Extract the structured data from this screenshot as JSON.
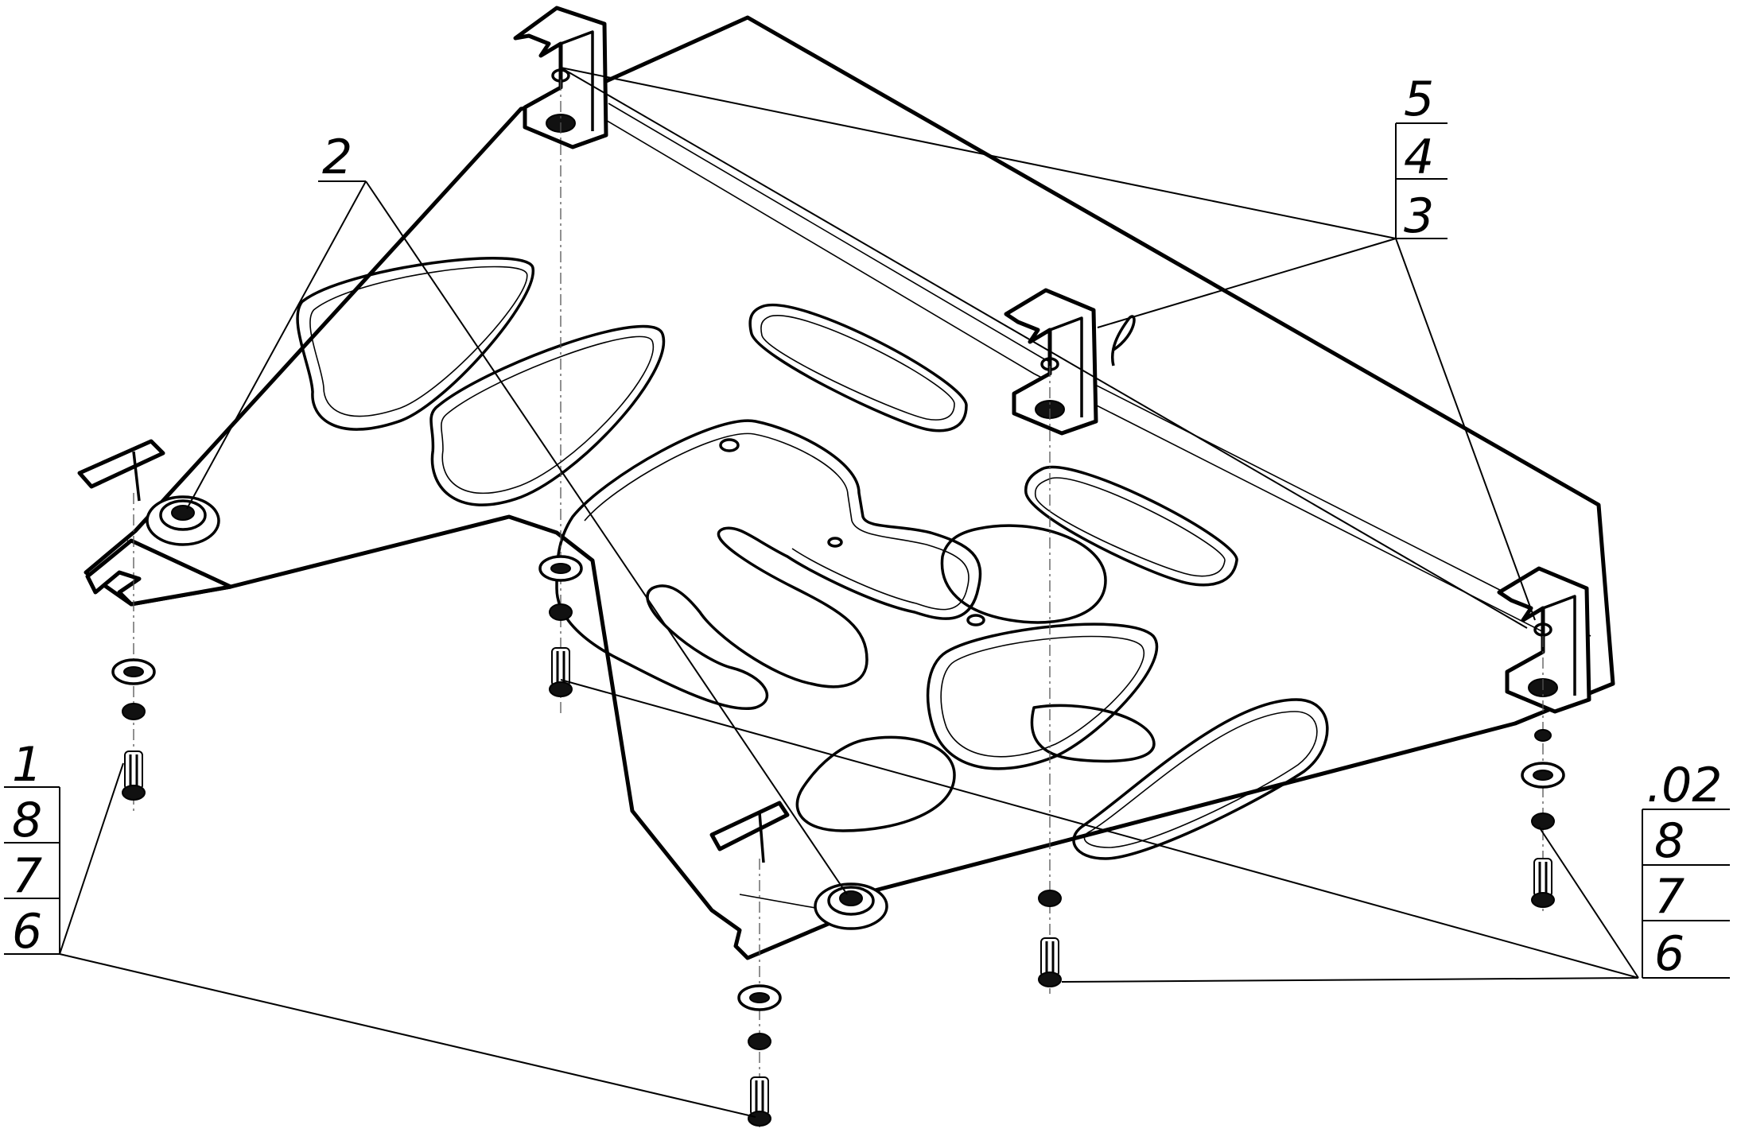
{
  "callouts": {
    "top_right": [
      "5",
      "4",
      "3"
    ],
    "left": [
      "1",
      "8",
      "7",
      "6"
    ],
    "top_left": "2",
    "right": [
      ".02",
      "8",
      "7",
      "6"
    ]
  },
  "colors": {
    "line": "#000000",
    "background": "#ffffff"
  }
}
